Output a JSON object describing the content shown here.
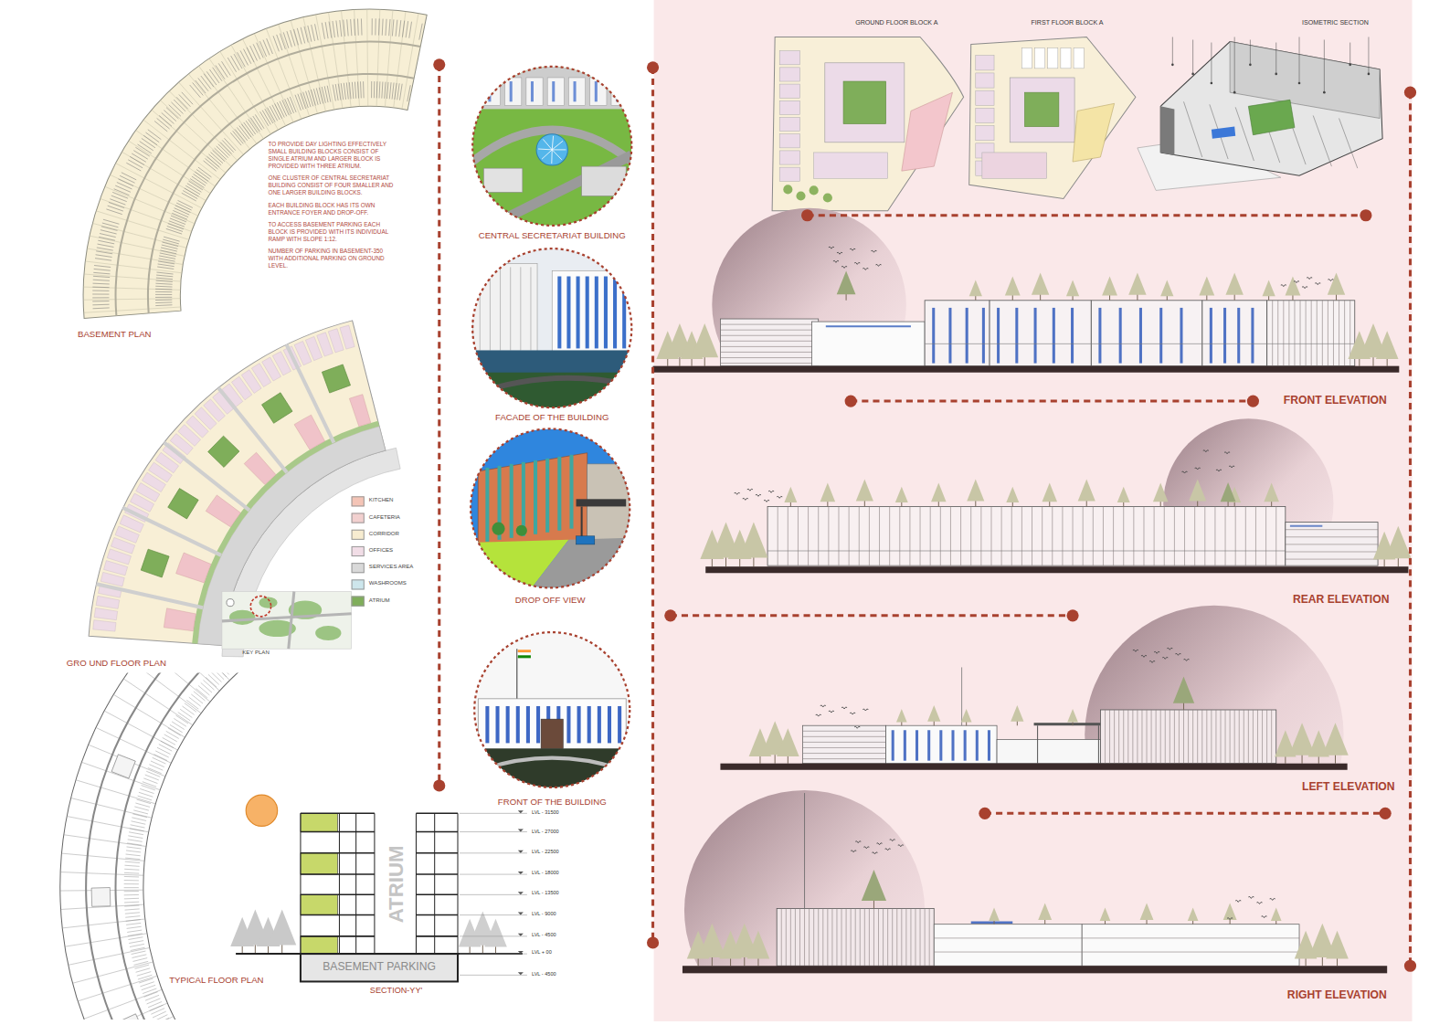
{
  "diagram": {
    "nodes": [
      {
        "text": [
          "CENTRAL SECRETARIAT BUILDING"
        ]
      },
      {
        "text": [
          "FACADE OF THE BUILDING"
        ]
      },
      {
        "text": [
          "DROP OFF VIEW"
        ]
      },
      {
        "text": [
          "FRONT OF THE BUILDING"
        ]
      }
    ],
    "labels": [
      "TO PROVIDE DAY LIGHTING EFFECTIVELY SMALL BUILDING BLOCKS CONSIST OF SINGLE ATRIUM AND LARGER BLOCK IS PROVIDED WITH THREE ATRIUM.",
      "ONE CLUSTER OF CENTRAL SECRETARIAT BUILDING CONSIST OF FOUR SMALLER AND ONE LARGER BUILDING BLOCKS.",
      "EACH BUILDING BLOCK HAS ITS OWN ENTRANCE FOYER AND DROP-OFF.",
      "TO ACCESS BASEMENT PARKING EACH BLOCK IS PROVIDED WITH ITS INDIVIDUAL RAMP WITH SLOPE 1:12.",
      "NUMBER OF PARKING IN BASEMENT-350 WITH ADDITIONAL PARKING ON GROUND LEVEL.",
      "BASEMENT PLAN",
      "GRO UND FLOOR PLAN",
      "KEY PLAN",
      "TYPICAL FLOOR PLAN",
      "SECTION-YY'",
      "ATRIUM",
      "BASEMENT PARKING",
      "LVL - 31500",
      "LVL - 27000",
      "LVL - 22500",
      "LVL - 18000",
      "LVL - 13500",
      "LVL - 9000",
      "LVL - 4500",
      "LVL + 00",
      "LVL - 4500",
      "GROUND FLOOR BLOCK A",
      "FIRST FLOOR BLOCK A",
      "ISOMETRIC SECTION",
      "FRONT ELEVATION",
      "REAR ELEVATION",
      "LEFT ELEVATION",
      "RIGHT ELEVATION"
    ],
    "legend": [
      {
        "text": "KITCHEN",
        "color": "#f4c4b6"
      },
      {
        "text": "CAFETERIA",
        "color": "#f2d0cf"
      },
      {
        "text": "CORRIDOR",
        "color": "#f7ecd0"
      },
      {
        "text": "OFFICES",
        "color": "#f1dde6"
      },
      {
        "text": "SERVICES AREA",
        "color": "#d9d9d9"
      },
      {
        "text": "WASHROOMS",
        "color": "#cde6ec"
      },
      {
        "text": "ATRIUM",
        "color": "#7fae5a"
      }
    ]
  }
}
